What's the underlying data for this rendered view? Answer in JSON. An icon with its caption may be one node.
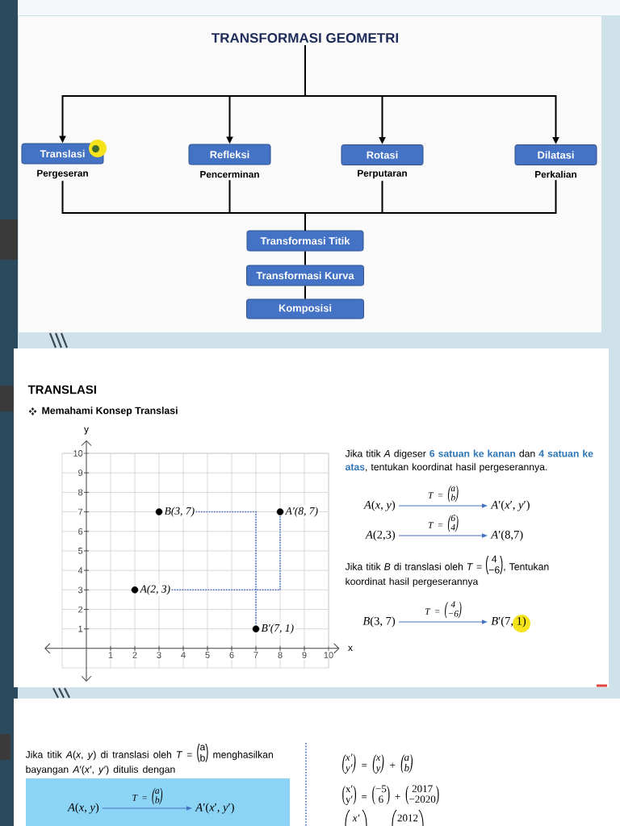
{
  "diagram": {
    "nodes": [
      {
        "text": [
          "TRANSFORMASI GEOMETRI"
        ]
      },
      {
        "text": [
          "Translasi"
        ],
        "beside": [
          "Pergeseran"
        ]
      },
      {
        "text": [
          "Refleksi"
        ],
        "beside": [
          "Pencerminan"
        ]
      },
      {
        "text": [
          "Rotasi"
        ],
        "beside": [
          "Perputaran"
        ]
      },
      {
        "text": [
          "Dilatasi"
        ],
        "beside": [
          "Perkalian"
        ]
      },
      {
        "text": [
          "Transformasi Titik"
        ]
      },
      {
        "text": [
          "Transformasi Kurva"
        ]
      },
      {
        "text": [
          "Komposisi"
        ]
      },
      {
        "text": [
          "*A*(*x*, *y*)"
        ]
      },
      {
        "text": [
          "*A*′(*x*′, *y*′)"
        ]
      },
      {
        "text": [
          "*A*(2,3)"
        ]
      },
      {
        "text": [
          "*A*′(8,7)"
        ]
      },
      {
        "text": [
          "*B*(3, 7)"
        ]
      },
      {
        "text": [
          "*B*′(7, 1)"
        ]
      },
      {
        "text": [],
        "shape": "box"
      },
      {
        "text": [
          "*A*(*x*, *y*)"
        ],
        "in": 14
      },
      {
        "text": [
          "*A*′(*x*′, *y*′)"
        ],
        "in": 14
      }
    ],
    "edges": [
      {
        "from": 0,
        "to": 1,
        "arrow": "to"
      },
      {
        "from": 0,
        "to": 2,
        "arrow": "to"
      },
      {
        "from": 0,
        "to": 3,
        "arrow": "to"
      },
      {
        "from": 0,
        "to": 4,
        "arrow": "to"
      },
      {
        "from": 1,
        "to": 5,
        "arrow": "none"
      },
      {
        "from": 2,
        "to": 5,
        "arrow": "none"
      },
      {
        "from": 3,
        "to": 5,
        "arrow": "none"
      },
      {
        "from": 4,
        "to": 5,
        "arrow": "none"
      },
      {
        "from": 5,
        "to": 6,
        "arrow": "none"
      },
      {
        "from": 6,
        "to": 7,
        "arrow": "none"
      },
      {
        "from": 8,
        "to": 9,
        "arrow": "to",
        "label": "T = ($^{a}$$_{b}$)",
        "color": "#4472c4"
      },
      {
        "from": 10,
        "to": 11,
        "arrow": "to",
        "label": "T = ($^{6}$$_{4}$)",
        "color": "#4472c4"
      },
      {
        "from": 12,
        "to": 13,
        "arrow": "to",
        "label": "T = ($^{4}$$_{−6}$)",
        "color": "#4472c4"
      },
      {
        "from": 15,
        "to": 16,
        "arrow": "to",
        "label": "T = ($^{a}$$_{b}$)",
        "color": "#4472c4"
      }
    ],
    "labels": [
      "TRANSLASI",
      "Memahami Konsep Translasi",
      "Jika titik *A* digeser **6 satuan ke kanan** dan **4 satuan ke atas**, tentukan koordinat hasil pergeserannya.",
      "Jika titik *B* di translasi oleh *T* = ($^{4}$$_{−6}$), Tentukan koordinat hasil pergeserannya",
      "Jika titik *A*(*x*, *y*) di translasi oleh *T* = ($^{a}$$_{b}$) menghasilkan bayangan *A*′(*x*′, *y*′) ditulis dengan",
      "($^{x′}$$_{y′}$) = ($^{x}$$_{y}$) + ($^{a}$$_{b}$)",
      "($^{x′}$$_{y′}$) = ($^{−5}$$_{6}$) + ($^{2017}$$_{−2020}$)",
      "x′",
      "2012"
    ],
    "chart_data": {
      "type": "scatter",
      "xlabel": "x",
      "ylabel": "y",
      "xlim": [
        -1,
        10
      ],
      "ylim": [
        -1,
        10
      ],
      "xticks": [
        1,
        2,
        3,
        4,
        5,
        6,
        7,
        8,
        9,
        10
      ],
      "yticks": [
        1,
        2,
        3,
        4,
        5,
        6,
        7,
        8,
        9,
        10
      ],
      "grid": true,
      "x": [
        2,
        3,
        8,
        7
      ],
      "series": [
        {
          "color": "#000000",
          "values": [
            3,
            7,
            7,
            1
          ]
        }
      ],
      "annotations": [
        {
          "x": 3,
          "y": 7,
          "text": "B(3, 7)"
        },
        {
          "x": 8,
          "y": 7,
          "text": "A′(8, 7)"
        },
        {
          "x": 2,
          "y": 3,
          "text": "A(2, 3)"
        },
        {
          "x": 7,
          "y": 1,
          "text": "B′(7, 1)"
        }
      ]
    }
  }
}
